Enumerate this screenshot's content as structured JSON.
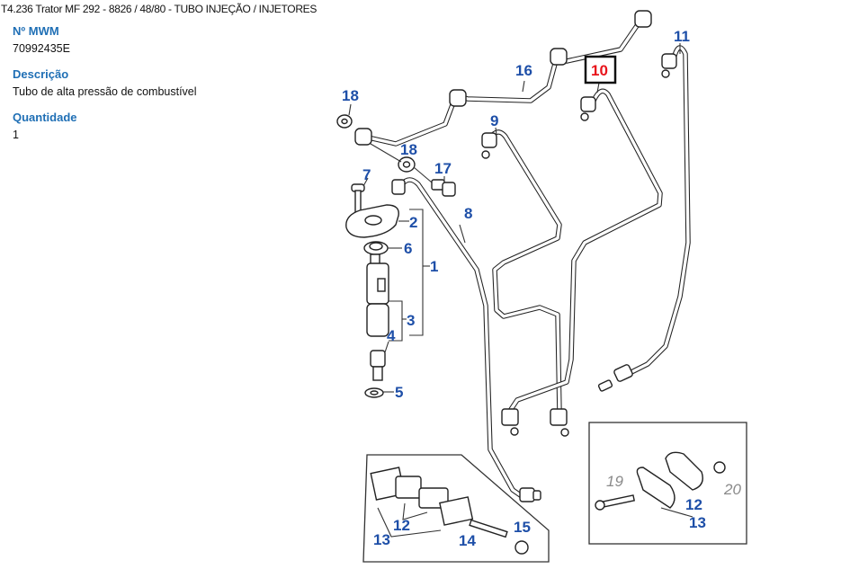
{
  "header": {
    "title": "T4.236 Trator MF 292 - 8826  /  48/80 - TUBO INJEÇÃO / INJETORES"
  },
  "part_info": {
    "fields": [
      {
        "label": "Nº MWM",
        "value": "70992435E"
      },
      {
        "label": "Descrição",
        "value": "Tubo de alta pressão de combustível"
      },
      {
        "label": "Quantidade",
        "value": "1"
      }
    ]
  },
  "diagram": {
    "selected_callout": "10",
    "callouts": {
      "c1": "1",
      "c2": "2",
      "c3": "3",
      "c4": "4",
      "c5": "5",
      "c6": "6",
      "c7": "7",
      "c8": "8",
      "c9": "9",
      "c10": "10",
      "c11": "11",
      "c12a": "12",
      "c12b": "12",
      "c13a": "13",
      "c13b": "13",
      "c14": "14",
      "c15": "15",
      "c16": "16",
      "c17": "17",
      "c18a": "18",
      "c18b": "18",
      "c19": "19",
      "c20": "20"
    },
    "colors": {
      "callout": "#1e4fa8",
      "selected_callout": "#e8141b",
      "optional_callout": "#8a8a8a",
      "label_heading": "#1f6fb5"
    }
  }
}
